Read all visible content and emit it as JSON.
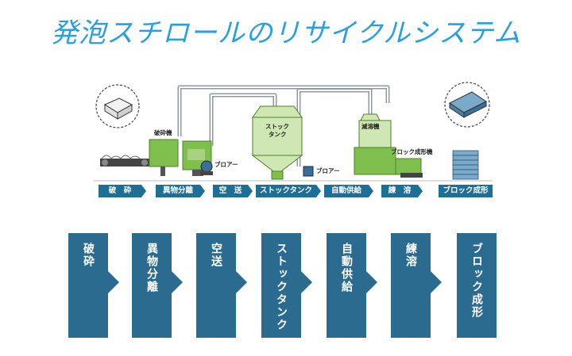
{
  "title": "発泡スチロールのリサイクルシステム",
  "illustration": {
    "labels": {
      "crusher": "破砕機",
      "blower1": "ブロアー",
      "stock_tank": "ストック\nタンク",
      "blower2": "ブロアー",
      "melter": "減溶機",
      "block_machine": "ブロック成形機"
    },
    "stages": [
      "破　砕",
      "異物分離",
      "空　送",
      "ストックタンク",
      "自動供給",
      "練　溶",
      "ブロック成形"
    ]
  },
  "steps": [
    "破砕",
    "異物分離",
    "空送",
    "ストックタンク",
    "自動供給",
    "練溶",
    "ブロック成形"
  ],
  "colors": {
    "title": "#2a9fe0",
    "step": "#2b6b8f",
    "stage_label": "#1e6f96",
    "machine": "#7fbf4d",
    "pipe": "#8c9aa3"
  }
}
